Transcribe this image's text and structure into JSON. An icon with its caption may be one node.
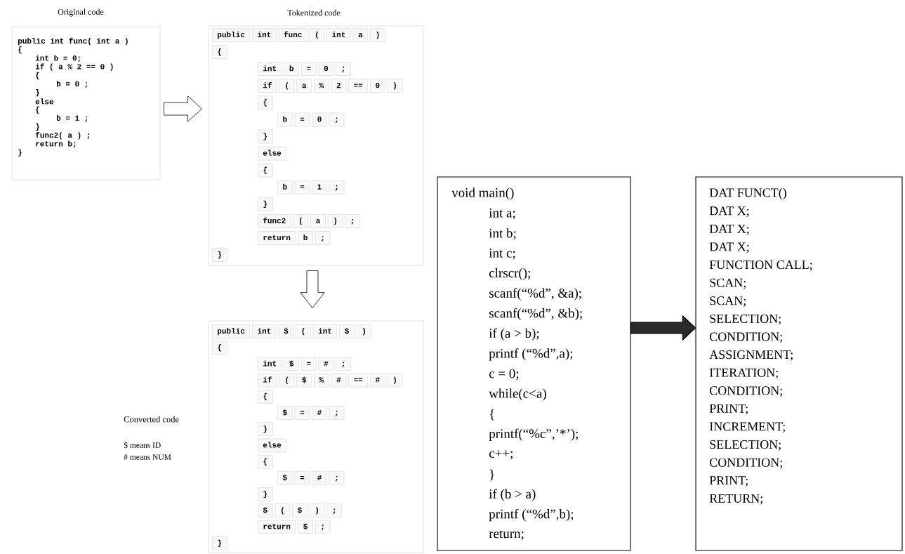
{
  "diagram": {
    "nodes": [
      {
        "text": [
          "Original code",
          "public int func( int a )",
          "{",
          "int b = 0;",
          "if ( a % 2 == 0 )",
          "{",
          "b = 0 ;",
          "}",
          "else",
          "{",
          "b = 1 ;",
          "}",
          "func2( a ) ;",
          "return b;",
          "}"
        ]
      },
      {
        "text": [
          "Tokenized code"
        ]
      },
      {
        "text": [
          "public"
        ],
        "in": 1
      },
      {
        "text": [
          "int"
        ],
        "in": 1
      },
      {
        "text": [
          "func"
        ],
        "in": 1
      },
      {
        "text": [
          "("
        ],
        "in": 1
      },
      {
        "text": [
          "int"
        ],
        "in": 1
      },
      {
        "text": [
          "a"
        ],
        "in": 1
      },
      {
        "text": [
          ")"
        ],
        "in": 1
      },
      {
        "text": [
          "{"
        ],
        "in": 1
      },
      {
        "text": [
          "int"
        ],
        "in": 1
      },
      {
        "text": [
          "b"
        ],
        "in": 1
      },
      {
        "text": [
          "="
        ],
        "in": 1
      },
      {
        "text": [
          "0"
        ],
        "in": 1
      },
      {
        "text": [
          ";"
        ],
        "in": 1
      },
      {
        "text": [
          "if"
        ],
        "in": 1
      },
      {
        "text": [
          "("
        ],
        "in": 1
      },
      {
        "text": [
          "a"
        ],
        "in": 1
      },
      {
        "text": [
          "%"
        ],
        "in": 1
      },
      {
        "text": [
          "2"
        ],
        "in": 1
      },
      {
        "text": [
          "=="
        ],
        "in": 1
      },
      {
        "text": [
          "0"
        ],
        "in": 1
      },
      {
        "text": [
          ")"
        ],
        "in": 1
      },
      {
        "text": [
          "{"
        ],
        "in": 1
      },
      {
        "text": [
          "b"
        ],
        "in": 1
      },
      {
        "text": [
          "="
        ],
        "in": 1
      },
      {
        "text": [
          "0"
        ],
        "in": 1
      },
      {
        "text": [
          ";"
        ],
        "in": 1
      },
      {
        "text": [
          "}"
        ],
        "in": 1
      },
      {
        "text": [
          "else"
        ],
        "in": 1
      },
      {
        "text": [
          "{"
        ],
        "in": 1
      },
      {
        "text": [
          "b"
        ],
        "in": 1
      },
      {
        "text": [
          "="
        ],
        "in": 1
      },
      {
        "text": [
          "1"
        ],
        "in": 1
      },
      {
        "text": [
          ";"
        ],
        "in": 1
      },
      {
        "text": [
          "}"
        ],
        "in": 1
      },
      {
        "text": [
          "func2"
        ],
        "in": 1
      },
      {
        "text": [
          "("
        ],
        "in": 1
      },
      {
        "text": [
          "a"
        ],
        "in": 1
      },
      {
        "text": [
          ")"
        ],
        "in": 1
      },
      {
        "text": [
          ";"
        ],
        "in": 1
      },
      {
        "text": [
          "return"
        ],
        "in": 1
      },
      {
        "text": [
          "b"
        ],
        "in": 1
      },
      {
        "text": [
          ";"
        ],
        "in": 1
      },
      {
        "text": [
          "}"
        ],
        "in": 1
      },
      {
        "text": [],
        "shape": "box",
        "beside": [
          "Converted code"
        ]
      },
      {
        "text": [
          "public"
        ],
        "in": 45
      },
      {
        "text": [
          "int"
        ],
        "in": 45
      },
      {
        "text": [
          "$"
        ],
        "in": 45
      },
      {
        "text": [
          "("
        ],
        "in": 45
      },
      {
        "text": [
          "int"
        ],
        "in": 45
      },
      {
        "text": [
          "$"
        ],
        "in": 45
      },
      {
        "text": [
          ")"
        ],
        "in": 45
      },
      {
        "text": [
          "{"
        ],
        "in": 45
      },
      {
        "text": [
          "int"
        ],
        "in": 45
      },
      {
        "text": [
          "$"
        ],
        "in": 45
      },
      {
        "text": [
          "="
        ],
        "in": 45
      },
      {
        "text": [
          "#"
        ],
        "in": 45
      },
      {
        "text": [
          ";"
        ],
        "in": 45
      },
      {
        "text": [
          "if"
        ],
        "in": 45
      },
      {
        "text": [
          "("
        ],
        "in": 45
      },
      {
        "text": [
          "$"
        ],
        "in": 45
      },
      {
        "text": [
          "%"
        ],
        "in": 45
      },
      {
        "text": [
          "#"
        ],
        "in": 45
      },
      {
        "text": [
          "=="
        ],
        "in": 45
      },
      {
        "text": [
          "#"
        ],
        "in": 45
      },
      {
        "text": [
          ")"
        ],
        "in": 45
      },
      {
        "text": [
          "{"
        ],
        "in": 45
      },
      {
        "text": [
          "$"
        ],
        "in": 45
      },
      {
        "text": [
          "="
        ],
        "in": 45
      },
      {
        "text": [
          "#"
        ],
        "in": 45
      },
      {
        "text": [
          ";"
        ],
        "in": 45
      },
      {
        "text": [
          "}"
        ],
        "in": 45
      },
      {
        "text": [
          "else"
        ],
        "in": 45
      },
      {
        "text": [
          "{"
        ],
        "in": 45
      },
      {
        "text": [
          "$"
        ],
        "in": 45
      },
      {
        "text": [
          "="
        ],
        "in": 45
      },
      {
        "text": [
          "#"
        ],
        "in": 45
      },
      {
        "text": [
          ";"
        ],
        "in": 45
      },
      {
        "text": [
          "}"
        ],
        "in": 45
      },
      {
        "text": [
          "$"
        ],
        "in": 45
      },
      {
        "text": [
          "("
        ],
        "in": 45
      },
      {
        "text": [
          "$"
        ],
        "in": 45
      },
      {
        "text": [
          ")"
        ],
        "in": 45
      },
      {
        "text": [
          ";"
        ],
        "in": 45
      },
      {
        "text": [
          "return"
        ],
        "in": 45
      },
      {
        "text": [
          "$"
        ],
        "in": 45
      },
      {
        "text": [
          ";"
        ],
        "in": 45
      },
      {
        "text": [
          "}"
        ],
        "in": 45
      },
      {
        "text": [
          "void main()",
          "int a;",
          "int b;",
          "int c;",
          "clrscr();",
          "scanf(“%d”, &a);",
          "scanf(“%d”, &b);",
          "if (a > b);",
          "printf (“%d”,a);",
          "c = 0;",
          "while(c<a)",
          "{",
          "printf(“%c”,’*’);",
          "c++;",
          "}",
          "if (b > a)",
          "printf (“%d”,b);",
          "return;"
        ]
      },
      {
        "text": [
          "DAT FUNCT()",
          "DAT X;",
          "DAT X;",
          "DAT X;",
          "FUNCTION CALL;",
          "SCAN;",
          "SCAN;",
          "SELECTION;",
          "CONDITION;",
          "ASSIGNMENT;",
          "ITERATION;",
          "CONDITION;",
          "PRINT;",
          "INCREMENT;",
          "SELECTION;",
          "CONDITION;",
          "PRINT;",
          "RETURN;"
        ]
      }
    ],
    "edges": [
      {
        "from": 0,
        "to": 1,
        "arrow": "to"
      },
      {
        "from": 1,
        "to": 45,
        "arrow": "to"
      },
      {
        "from": 89,
        "to": 90,
        "arrow": "to",
        "style": "thick"
      }
    ],
    "labels": [
      "$ means ID",
      "# means NUM"
    ]
  }
}
